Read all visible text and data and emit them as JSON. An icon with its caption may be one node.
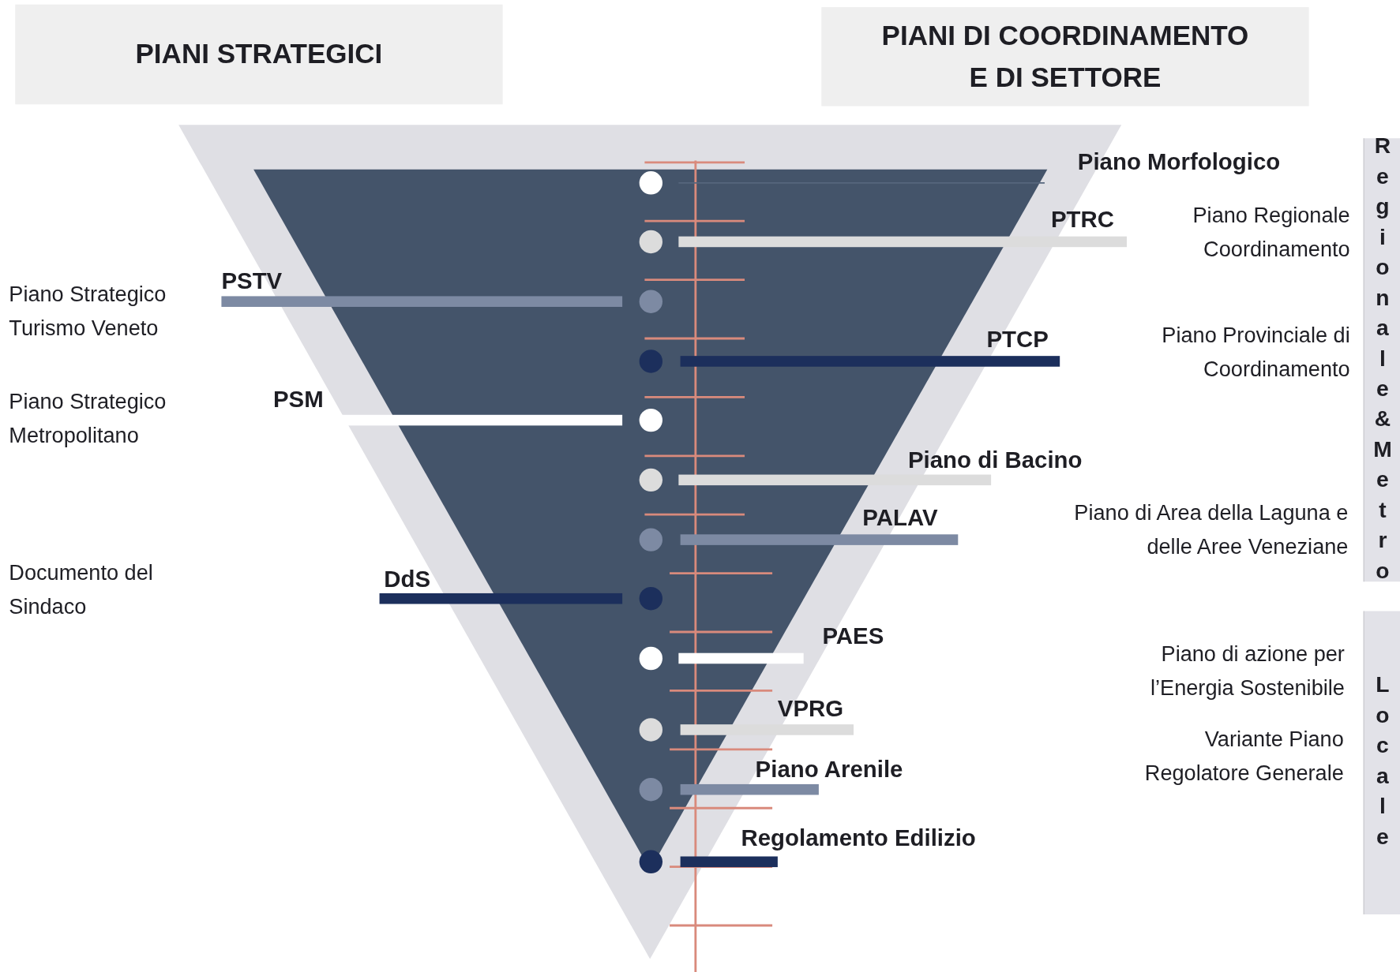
{
  "diagram": {
    "nodes": [
      {
        "text": [
          "PIANI STRATEGICI"
        ]
      },
      {
        "text": [
          "PIANI DI COORDINAMENTO E DI SETTORE"
        ]
      },
      {
        "text": [
          "Regionale&Metro"
        ]
      },
      {
        "text": [
          "Locale"
        ]
      },
      {
        "text": [
          "Piano Morfologico"
        ]
      },
      {
        "text": [
          "PTRC"
        ]
      },
      {
        "text": [
          "PSTV"
        ]
      },
      {
        "text": [
          "PTCP"
        ]
      },
      {
        "text": [
          "PSM"
        ]
      },
      {
        "text": [
          "Piano di Bacino"
        ]
      },
      {
        "text": [
          "PALAV"
        ]
      },
      {
        "text": [
          "DdS"
        ]
      },
      {
        "text": [
          "PAES"
        ]
      },
      {
        "text": [
          "VPRG"
        ]
      },
      {
        "text": [
          "Piano Arenile"
        ]
      },
      {
        "text": [
          "Regolamento Edilizio"
        ]
      }
    ],
    "labels": [
      "Piano Regionale Coordinamento",
      "Piano Strategico Turismo Veneto",
      "Piano Provinciale di Coordinamento",
      "Piano Strategico Metropolitano",
      "Piano di Area della Laguna e delle Aree Veneziane",
      "Documento del Sindaco",
      "Piano di azione per l’Energia Sostenibile",
      "Variante Piano Regolatore Generale"
    ]
  }
}
